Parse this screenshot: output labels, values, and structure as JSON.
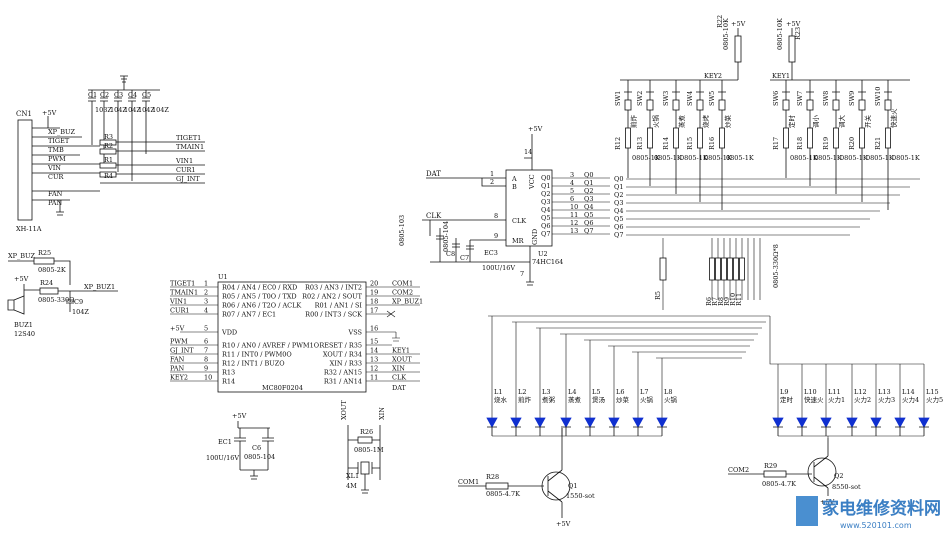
{
  "connector": {
    "ref": "CN1",
    "part": "XH-11A",
    "pins": [
      "+5V",
      "XP_BUZ",
      "TIGET",
      "TMB",
      "PWM",
      "VIN",
      "CUR",
      "FAN",
      "PAN"
    ]
  },
  "caps_top": {
    "refs": [
      "C1",
      "C2",
      "C3",
      "C4",
      "C5"
    ],
    "vals": [
      "103Z",
      "104Z",
      "104Z",
      "104Z",
      "104Z"
    ]
  },
  "input_resistors": {
    "refs": [
      "R1",
      "R2",
      "R3",
      "R4"
    ],
    "nets": [
      "TIGET1",
      "TMAIN1",
      "VIN1",
      "CUR1",
      "GJ_INT"
    ]
  },
  "buzzer": {
    "net_in": "XP_BUZ",
    "r25": "R25",
    "r25_val": "0805-2K",
    "r24": "R24",
    "r24_val": "0805-330Ω",
    "net_out": "XP_BUZ1",
    "c9": "C9",
    "c9_val": "104Z",
    "supply": "+5V",
    "ref": "BUZ1",
    "part": "12S40"
  },
  "mcu": {
    "ref": "U1",
    "part": "MC80F0204",
    "left": [
      {
        "net": "TIGET1",
        "pin": "1",
        "name": "R04 / AN4 / EC0 / RXD"
      },
      {
        "net": "TMAIN1",
        "pin": "2",
        "name": "R05 / AN5 / T0O / TXD"
      },
      {
        "net": "VIN1",
        "pin": "3",
        "name": "R06 / AN6 / T2O / ACLK"
      },
      {
        "net": "CUR1",
        "pin": "4",
        "name": "R07 / AN7 / EC1"
      },
      {
        "net": "+5V",
        "pin": "5",
        "name": "VDD"
      },
      {
        "net": "PWM",
        "pin": "6",
        "name": "R10 / AN0 / AVREF / PWM1O"
      },
      {
        "net": "GJ_INT",
        "pin": "7",
        "name": "R11 / INT0 / PWM0O"
      },
      {
        "net": "FAN",
        "pin": "8",
        "name": "R12 / INT1 / BUZO"
      },
      {
        "net": "PAN",
        "pin": "9",
        "name": "R13"
      },
      {
        "net": "KEY2",
        "pin": "10",
        "name": "R14"
      }
    ],
    "right": [
      {
        "net": "COM1",
        "pin": "20",
        "name": "R03 / AN3 / INT2"
      },
      {
        "net": "COM2",
        "pin": "19",
        "name": "R02 / AN2 / SOUT"
      },
      {
        "net": "XP_BUZ1",
        "pin": "18",
        "name": "R01 / AN1 / SI"
      },
      {
        "net": "",
        "pin": "17",
        "name": "R00 / INT3 / SCK"
      },
      {
        "net": "",
        "pin": "16",
        "name": "VSS"
      },
      {
        "net": "",
        "pin": "15",
        "name": "RESET / R35"
      },
      {
        "net": "KEY1",
        "pin": "14",
        "name": "XOUT / R34"
      },
      {
        "net": "XOUT",
        "pin": "13",
        "name": "XIN / R33"
      },
      {
        "net": "XIN",
        "pin": "12",
        "name": "R32 / AN15"
      },
      {
        "net": "CLK",
        "pin": "11",
        "name": "R31 / AN14"
      },
      {
        "net": "DAT",
        "pin": "",
        "name": ""
      }
    ]
  },
  "shift": {
    "ref": "U2",
    "part": "74HC164",
    "pins_l": [
      "A",
      "B",
      "CLK",
      "GND",
      "MR"
    ],
    "pins_r": [
      "Q0",
      "Q1",
      "Q2",
      "Q3",
      "Q4",
      "Q5",
      "Q6",
      "Q7"
    ],
    "vcc": "VCC",
    "pin_nums_l": [
      "1",
      "2",
      "8",
      "7",
      "9"
    ],
    "pin_nums_r": [
      "3",
      "4",
      "5",
      "6",
      "10",
      "11",
      "12",
      "13"
    ],
    "pin14": "14",
    "dat": "DAT",
    "clk": "CLK",
    "plus5": "+5V",
    "c8": "C8",
    "c8_val": "0805-103",
    "c7": "C7",
    "c7_val": "0805-104",
    "ec3": "EC3",
    "ec3_val": "100U/16V"
  },
  "qnets": [
    "Q0",
    "Q1",
    "Q2",
    "Q3",
    "Q4",
    "Q5",
    "Q6",
    "Q7"
  ],
  "switches": {
    "key2": "KEY2",
    "key1": "KEY1",
    "r22": "R22",
    "r22_val": "0805-10K",
    "r23": "R23",
    "r23_val": "0805-10K",
    "plus5": "+5V",
    "sw_left": [
      {
        "ref": "SW1",
        "label": "煎炸",
        "res": "R12",
        "rval": "0805-1K"
      },
      {
        "ref": "SW2",
        "label": "火锅",
        "res": "R13",
        "rval": "0805-1K"
      },
      {
        "ref": "SW3",
        "label": "蒸煮",
        "res": "R14",
        "rval": "0805-1K"
      },
      {
        "ref": "SW4",
        "label": "烧烤",
        "res": "R15",
        "rval": "0805-1K"
      },
      {
        "ref": "SW5",
        "label": "炒菜",
        "res": "R16",
        "rval": "0805-1K"
      }
    ],
    "sw_right": [
      {
        "ref": "SW6",
        "label": "定时",
        "res": "R17",
        "rval": "0805-1K"
      },
      {
        "ref": "SW7",
        "label": "调小",
        "res": "R18",
        "rval": "0805-1K"
      },
      {
        "ref": "SW8",
        "label": "调大",
        "res": "R19",
        "rval": "0805-1K"
      },
      {
        "ref": "SW9",
        "label": "开关",
        "res": "R20",
        "rval": "0805-1K"
      },
      {
        "ref": "SW10",
        "label": "快速火",
        "res": "R21",
        "rval": "0805-1K"
      }
    ]
  },
  "led_res": {
    "r5": "R5",
    "refs": [
      "R6",
      "R7",
      "R8",
      "R9",
      "R10",
      "R11"
    ],
    "val": "0805-330Ω*8"
  },
  "leds_left": [
    {
      "ref": "L1",
      "label": "烧水"
    },
    {
      "ref": "L2",
      "label": "煎炸"
    },
    {
      "ref": "L3",
      "label": "煮粥"
    },
    {
      "ref": "L4",
      "label": "蒸煮"
    },
    {
      "ref": "L5",
      "label": "煲汤"
    },
    {
      "ref": "L6",
      "label": "炒菜"
    },
    {
      "ref": "L7",
      "label": "火锅"
    },
    {
      "ref": "L8",
      "label": "火锅"
    }
  ],
  "leds_right": [
    {
      "ref": "L9",
      "label": "定时"
    },
    {
      "ref": "L10",
      "label": "快速火"
    },
    {
      "ref": "L11",
      "label": "火力1"
    },
    {
      "ref": "L12",
      "label": "火力2"
    },
    {
      "ref": "L13",
      "label": "火力3"
    },
    {
      "ref": "L14",
      "label": "火力4"
    },
    {
      "ref": "L15",
      "label": "火力5"
    }
  ],
  "trans": {
    "com1": "COM1",
    "r28": "R28",
    "r28_val": "0805-4.7K",
    "q1": "Q1",
    "q1_part": "1550-sot",
    "com2": "COM2",
    "r29": "R29",
    "r29_val": "0805-4.7K",
    "q2": "Q2",
    "q2_part": "8550-sot",
    "plus5": "+5V"
  },
  "power_bottom": {
    "plus5": "+5V",
    "ec1": "EC1",
    "ec1_val": "100U/16V",
    "c6": "C6",
    "c6_val": "0805-104"
  },
  "crystal": {
    "xout": "XOUT",
    "xin": "XIN",
    "r26": "R26",
    "r26_val": "0805-1M",
    "xl1": "XL1",
    "xl1_val": "4M"
  },
  "watermark": {
    "text": "家电维修资料网",
    "url": "www.520101.com"
  }
}
